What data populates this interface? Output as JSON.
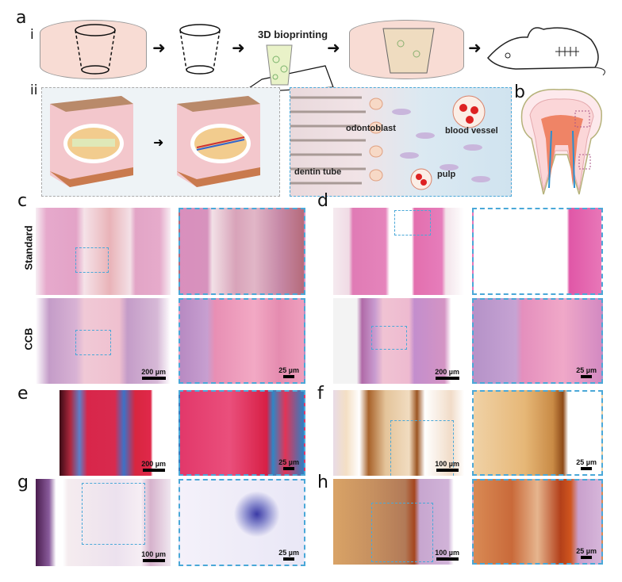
{
  "panel_labels": {
    "a": "a",
    "i": "i",
    "ii": "ii",
    "b": "b",
    "c": "c",
    "d": "d",
    "e": "e",
    "f": "f",
    "g": "g",
    "h": "h"
  },
  "panel_a": {
    "step_label": "3D bioprinting"
  },
  "panel_a_ii": {
    "labels": {
      "odontoblast": "odontoblast",
      "blood_vessel": "blood vessel",
      "dentin_tube": "dentin tube",
      "pulp": "pulp"
    }
  },
  "row_labels": {
    "standard": "Standard",
    "ccb": "CCB"
  },
  "scale_bars": {
    "s200": "200 µm",
    "s100": "100 µm",
    "s25": "25 µm"
  },
  "colors": {
    "he_pink": "#e7a2c4",
    "accent_dashed": "#4aa8d8",
    "ihc_brown": "#b8702a",
    "masson_red": "#d8264a"
  }
}
